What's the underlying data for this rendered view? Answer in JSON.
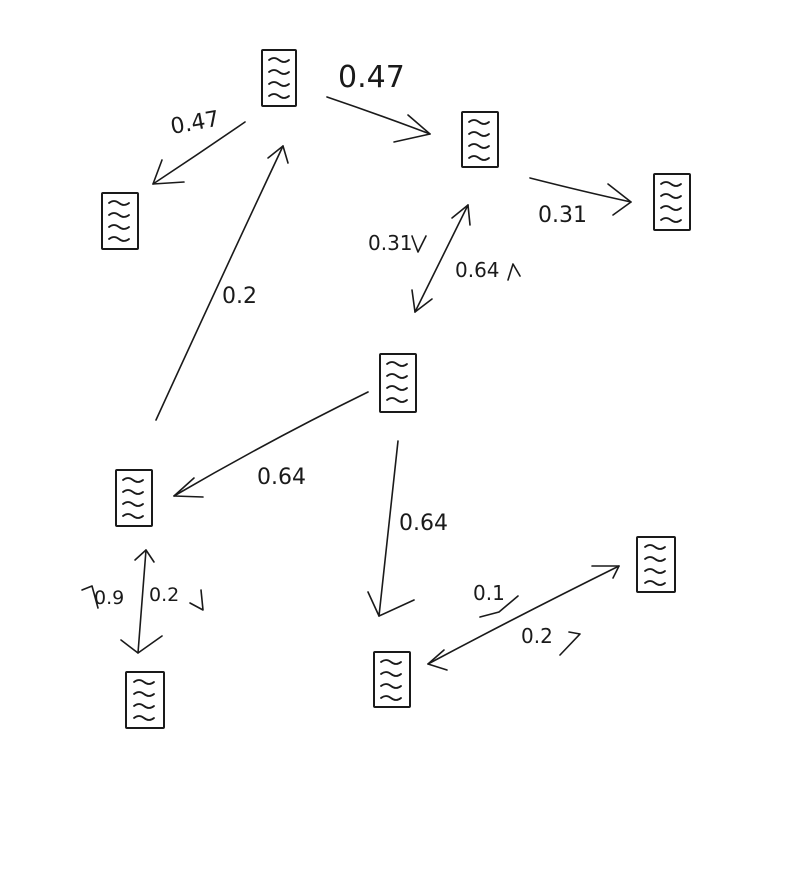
{
  "diagram": {
    "nodes": [
      {
        "id": "n1",
        "icon": "document-icon"
      },
      {
        "id": "n2",
        "icon": "document-icon"
      },
      {
        "id": "n3",
        "icon": "document-icon"
      },
      {
        "id": "n4",
        "icon": "document-icon"
      },
      {
        "id": "n5",
        "icon": "document-icon"
      },
      {
        "id": "n6",
        "icon": "document-icon"
      },
      {
        "id": "n7",
        "icon": "document-icon"
      },
      {
        "id": "n8",
        "icon": "document-icon"
      },
      {
        "id": "n9",
        "icon": "document-icon"
      }
    ],
    "edges": [
      {
        "id": "e1",
        "from": "n1",
        "to": "n3",
        "label": "0.47"
      },
      {
        "id": "e2",
        "from": "n1",
        "to": "n2",
        "label": "0.47"
      },
      {
        "id": "e3",
        "from": "n3",
        "to": "n4",
        "label": "0.31"
      },
      {
        "id": "e4",
        "from": "n3",
        "to": "n5",
        "label": "0.31"
      },
      {
        "id": "e5",
        "from": "n5",
        "to": "n3",
        "label": "0.64"
      },
      {
        "id": "e6",
        "from": "n6",
        "to": "n1",
        "label": "0.2"
      },
      {
        "id": "e7",
        "from": "n5",
        "to": "n6",
        "label": "0.64"
      },
      {
        "id": "e8",
        "from": "n5",
        "to": "n8",
        "label": "0.64"
      },
      {
        "id": "e9",
        "from": "n7",
        "to": "n6",
        "label": "0.9"
      },
      {
        "id": "e10",
        "from": "n6",
        "to": "n7",
        "label": "0.2"
      },
      {
        "id": "e11",
        "from": "n9",
        "to": "n8",
        "label": "0.1"
      },
      {
        "id": "e12",
        "from": "n8",
        "to": "n9",
        "label": "0.2"
      }
    ]
  }
}
